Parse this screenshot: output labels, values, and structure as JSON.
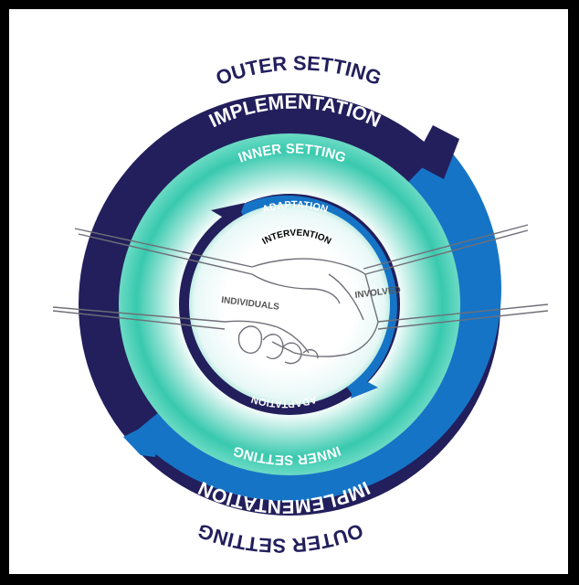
{
  "labels": {
    "outer_top": "OUTER SETTING",
    "outer_bottom": "OUTER SETTING",
    "implementation_top": "IMPLEMENTATION",
    "implementation_bottom": "IMPLEMENTATION",
    "inner_top": "INNER SETTING",
    "inner_bottom": "INNER SETTING",
    "adaptation_top": "ADAPTATION",
    "adaptation_bottom": "ADAPTATION",
    "intervention": "INTERVENTION",
    "individuals": "INDIVIDUALS",
    "involved": "INVOLVED"
  },
  "colors": {
    "navy": "#221f5c",
    "blue": "#1674c6",
    "teal": "#2fbfa6",
    "teal_light": "#bff2e8",
    "white": "#ffffff"
  },
  "icons": {
    "center": "handshake-icon"
  }
}
